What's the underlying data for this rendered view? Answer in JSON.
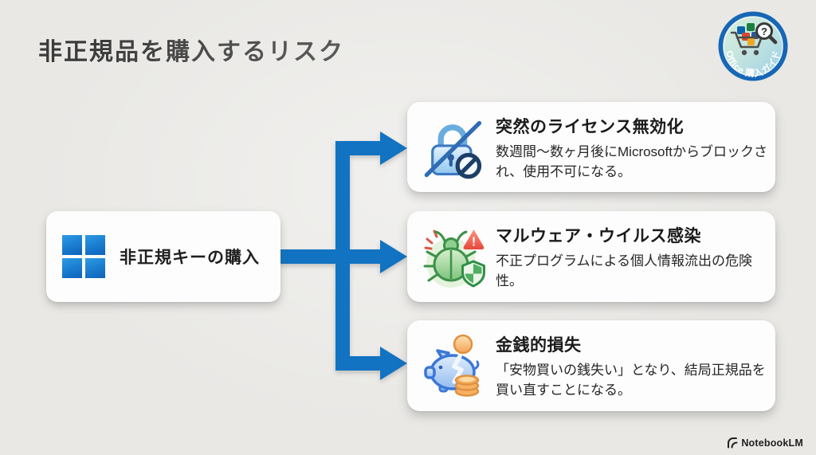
{
  "header": {
    "title": "非正規品を購入するリスク"
  },
  "badge": {
    "label": "Office 購入ガイド",
    "icons": [
      "shopping-cart-icon",
      "office-app-tiles-icon",
      "magnifier-question-icon"
    ],
    "ring_color": "#1667b5"
  },
  "source_box": {
    "label": "非正規キーの購入",
    "icon": "windows-logo-icon"
  },
  "cards": [
    {
      "icon": "lock-blocked-icon",
      "title": "突然のライセンス無効化",
      "body": "数週間〜数ヶ月後にMicrosoftからブロックされ、使用不可になる。"
    },
    {
      "icon": "bug-warning-shield-icon",
      "title": "マルウェア・ウイルス感染",
      "body": "不正プログラムによる個人情報流出の危険性。"
    },
    {
      "icon": "broken-piggy-bank-icon",
      "title": "金銭的損失",
      "body": "「安物買いの銭失い」となり、結局正規品を買い直すことになる。"
    }
  ],
  "footer": {
    "brand": "NotebookLM",
    "icon": "notebooklm-logo-icon"
  },
  "colors": {
    "background": "#e9e8e5",
    "card_background": "#fdfdfd",
    "arrow_blue": "#1173c1",
    "windows_blue": "#1472c8",
    "title_text": "#3b3b3b"
  }
}
